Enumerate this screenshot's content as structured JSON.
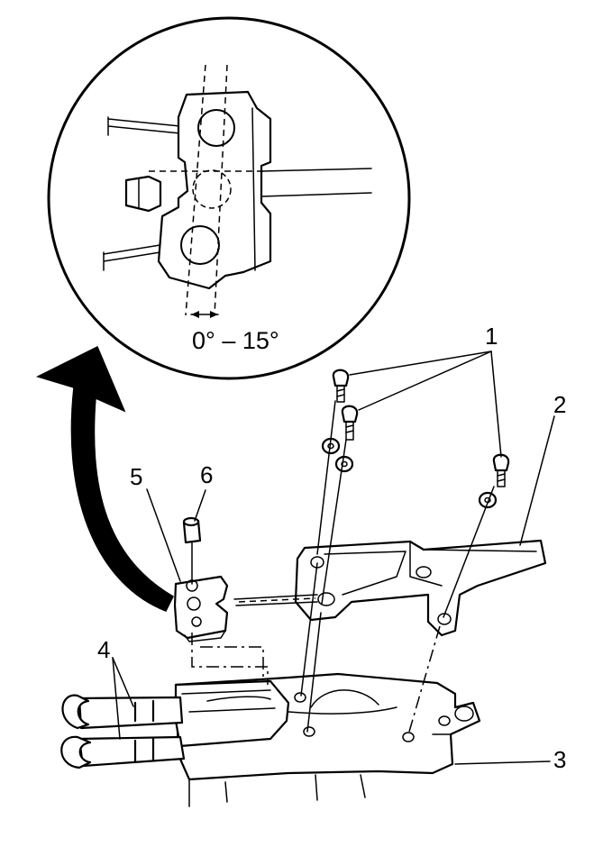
{
  "diagram": {
    "callouts": [
      "1",
      "2",
      "3",
      "4",
      "5",
      "6"
    ],
    "angle_label": "0° – 15°"
  }
}
